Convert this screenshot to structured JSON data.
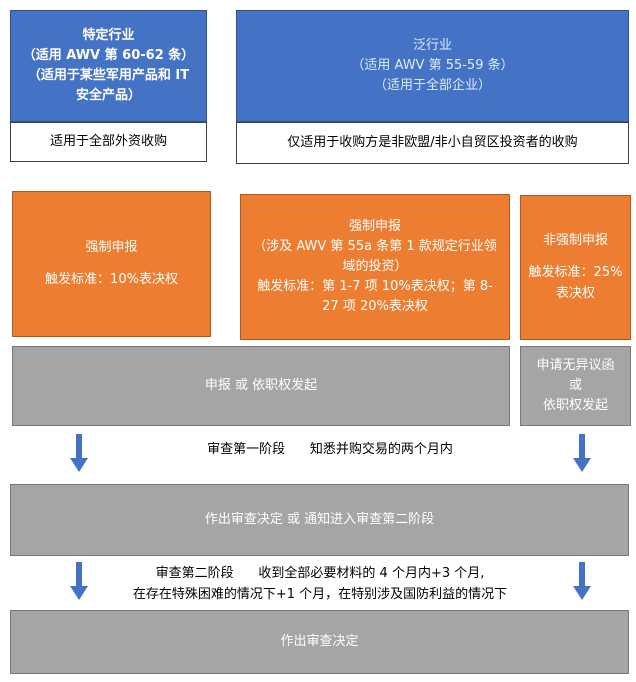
{
  "special": {
    "title": "特定行业",
    "line1": "（适用 AWV  第 60-62 条）",
    "line2": "（适用于某些军用产品和 IT",
    "line3": "安全产品）",
    "scope": "适用于全部外资收购"
  },
  "general": {
    "title": "泛行业",
    "line1": "（适用 AWV  第 55-59 条）",
    "line2": "（适用于全部企业）",
    "scope": "仅适用于收购方是非欧盟/非小自贸区投资者的收购"
  },
  "mandatory_left": {
    "title": "强制申报",
    "criteria": "触发标准：10%表决权"
  },
  "mandatory_mid": {
    "title": "强制申报",
    "line1": "（涉及 AWV  第 55a 条第 1 款规定行业领",
    "line2": "域的投资）",
    "line3": "触发标准：第 1-7 项  10%表决权；第 8-",
    "line4": "27 项  20%表决权"
  },
  "voluntary": {
    "title": "非强制申报",
    "line1": "触发标准：25%",
    "line2": "表决权"
  },
  "filing_main": {
    "text": "申报  或  依职权发起"
  },
  "filing_side": {
    "line1": "申请无异议函",
    "line2": "或",
    "line3": "依职权发起"
  },
  "phase1_note": "审查第一阶段      知悉并购交易的两个月内",
  "decision1": {
    "text": "作出审查决定  或  通知进入审查第二阶段"
  },
  "phase2_note": {
    "line1": "审查第二阶段      收到全部必要材料的 4 个月内+3 个月,",
    "line2": "在存在特殊困难的情况下+1 个月，在特别涉及国防利益的情况下"
  },
  "decision2": {
    "text": "作出审查决定"
  }
}
